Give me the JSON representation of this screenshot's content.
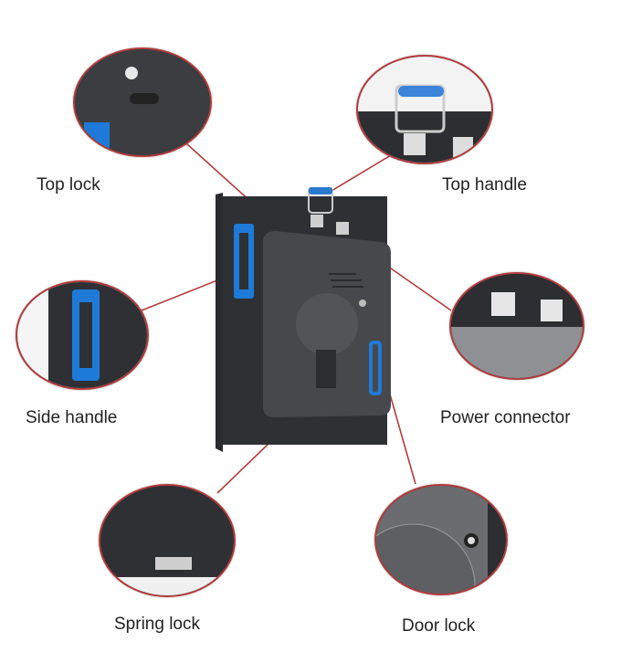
{
  "diagram": {
    "subject": "LED display cabinet (rear view)",
    "leader_line_color": "#b33a3a",
    "callouts": [
      {
        "id": "top-lock",
        "label": "Top lock"
      },
      {
        "id": "top-handle",
        "label": "Top handle"
      },
      {
        "id": "side-handle",
        "label": "Side handle"
      },
      {
        "id": "power-connector",
        "label": "Power connector"
      },
      {
        "id": "spring-lock",
        "label": "Spring lock"
      },
      {
        "id": "door-lock",
        "label": "Door lock"
      }
    ]
  }
}
